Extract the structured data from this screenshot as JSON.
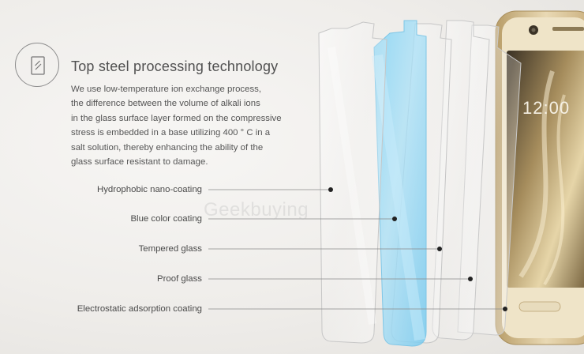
{
  "header": {
    "title": "Top steel processing technology",
    "icon": "glass-pane-icon"
  },
  "description": "We use low-temperature ion exchange process,\nthe difference between the volume of alkali ions\nin the glass surface layer formed on the compressive\nstress is embedded in a base utilizing 400 ° C in a\nsalt solution, thereby enhancing the ability of the\nglass surface resistant to damage.",
  "layers": [
    {
      "label": "Hydrophobic nano-coating"
    },
    {
      "label": "Blue color coating"
    },
    {
      "label": "Tempered glass"
    },
    {
      "label": "Proof glass"
    },
    {
      "label": "Electrostatic adsorption coating"
    }
  ],
  "phone": {
    "clock": "12:00"
  },
  "watermark": "Geekbuying",
  "colors": {
    "blue_coating": "#7fd0f2",
    "gold": "#d9c49a",
    "text": "#555555"
  }
}
